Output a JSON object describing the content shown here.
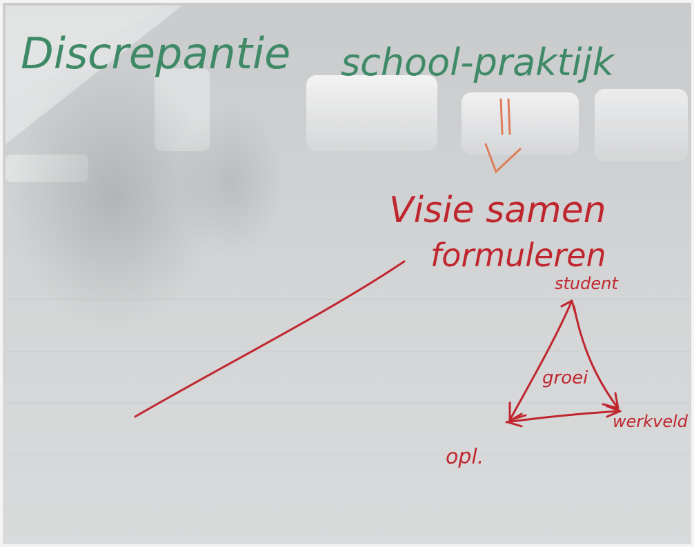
{
  "whiteboard": {
    "heading": {
      "left": "Discrepantie",
      "right": "school-praktijk"
    },
    "conclusion": {
      "line1": "Visie samen",
      "line2": "formuleren"
    },
    "triangle": {
      "top": "student",
      "center": "groei",
      "bottom_left": "opl.",
      "bottom_right": "werkveld"
    }
  },
  "colors": {
    "green_marker": "#3f8a66",
    "red_marker": "#c0262e",
    "orange_marker": "#dd7d5a",
    "board": "#cdcfd1"
  }
}
